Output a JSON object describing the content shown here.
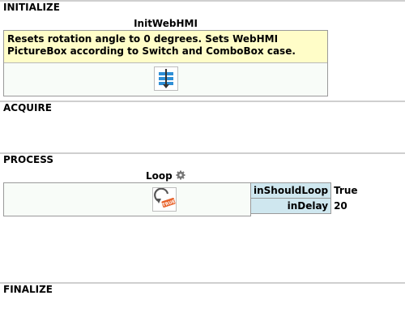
{
  "sections": {
    "initialize": "INITIALIZE",
    "acquire": "ACQUIRE",
    "process": "PROCESS",
    "finalize": "FINALIZE"
  },
  "init_step": {
    "title": "InitWebHMI",
    "description": "Resets rotation angle to 0 degrees. Sets WebHMI\n  PictureBox according to Switch and ComboBox case.",
    "icon": "stack-arrow-icon"
  },
  "loop_step": {
    "title": "Loop",
    "title_icon": "gear-icon",
    "icon": "loop-true-icon",
    "icon_badge": "TRUE",
    "params": [
      {
        "name": "inShouldLoop",
        "value": "True"
      },
      {
        "name": "inDelay",
        "value": "20"
      }
    ]
  }
}
